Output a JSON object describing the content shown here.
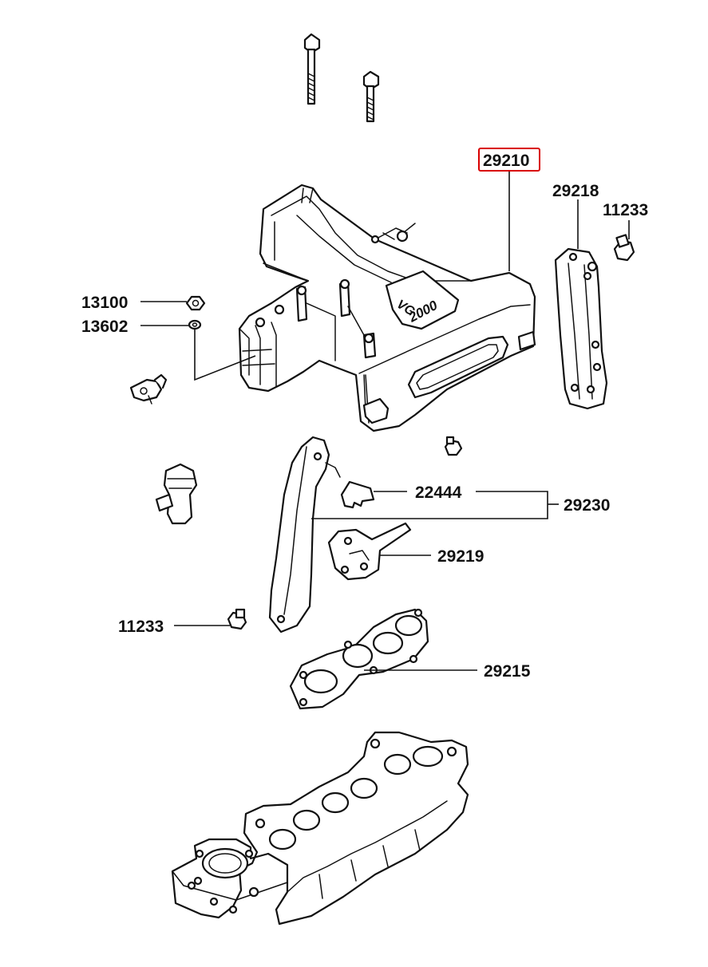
{
  "callouts": {
    "c29210": "29210",
    "c29218": "29218",
    "c11233_top": "11233",
    "c13100": "13100",
    "c13602": "13602",
    "c22444": "22444",
    "c29230": "29230",
    "c29219": "29219",
    "c11233_bottom": "11233",
    "c29215": "29215"
  },
  "highlight_color": "#d90000",
  "highlighted_part": "29210"
}
